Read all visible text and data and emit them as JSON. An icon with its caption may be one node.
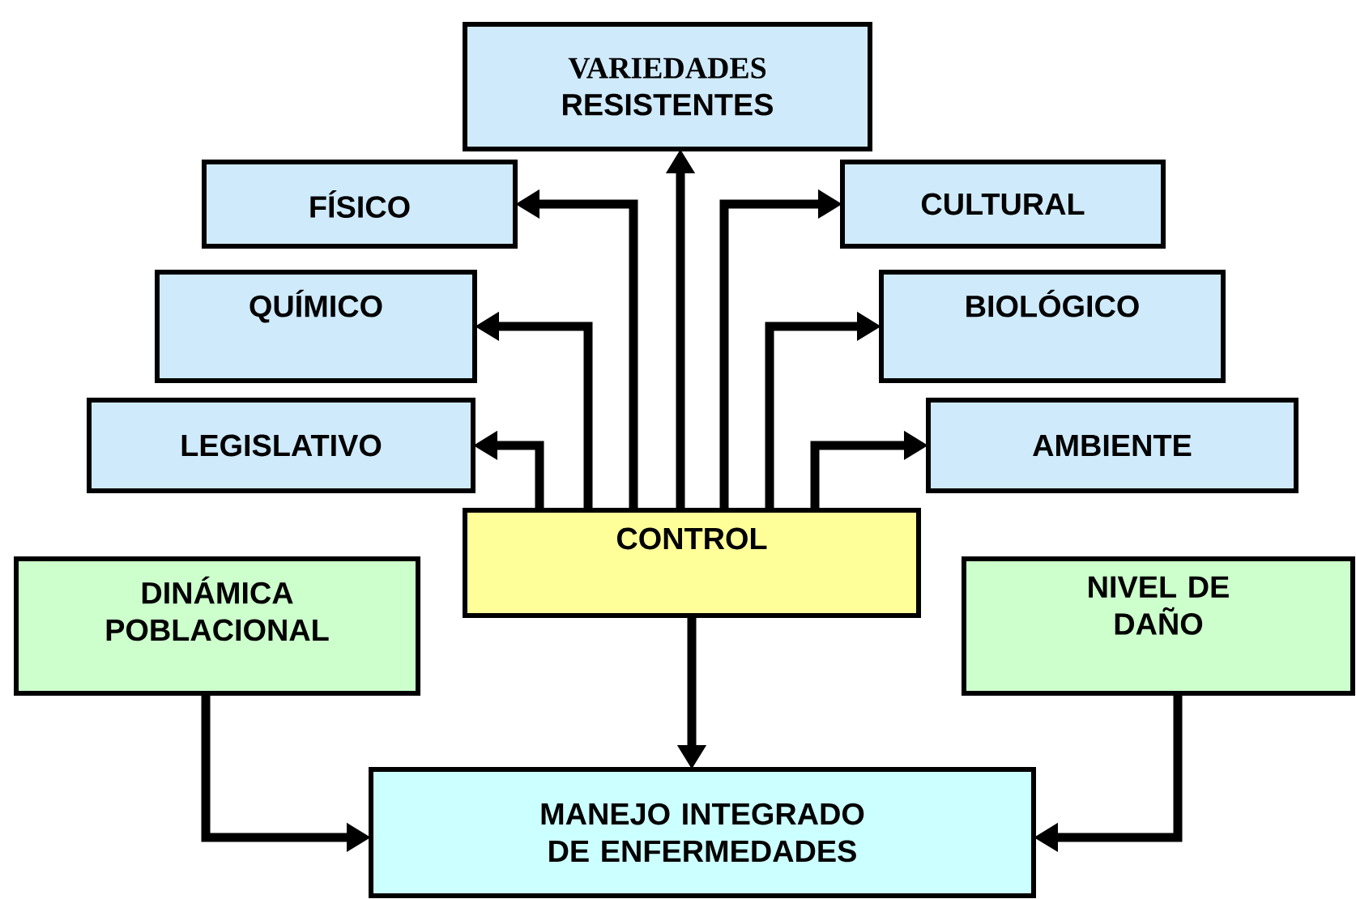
{
  "diagram": {
    "nodes": [
      {
        "text": [
          "VARIEDADES",
          "RESISTENTES"
        ]
      },
      {
        "text": [
          "FÍSICO"
        ]
      },
      {
        "text": [
          "CULTURAL"
        ]
      },
      {
        "text": [
          "QUÍMICO"
        ]
      },
      {
        "text": [
          "BIOLÓGICO"
        ]
      },
      {
        "text": [
          "LEGISLATIVO"
        ]
      },
      {
        "text": [
          "AMBIENTE"
        ]
      },
      {
        "text": [
          "CONTROL"
        ]
      },
      {
        "text": [
          "DINÁMICA POBLACIONAL"
        ]
      },
      {
        "text": [
          "NIVEL DE DAÑO"
        ]
      },
      {
        "text": [
          "MANEJO INTEGRADO DE ENFERMEDADES"
        ]
      }
    ],
    "edges": [
      {
        "from": 7,
        "to": 5,
        "arrow": "to"
      },
      {
        "from": 7,
        "to": 3,
        "arrow": "to"
      },
      {
        "from": 7,
        "to": 1,
        "arrow": "to"
      },
      {
        "from": 7,
        "to": 0,
        "arrow": "to"
      },
      {
        "from": 7,
        "to": 2,
        "arrow": "to"
      },
      {
        "from": 7,
        "to": 4,
        "arrow": "to"
      },
      {
        "from": 7,
        "to": 6,
        "arrow": "to"
      },
      {
        "from": 7,
        "to": 10,
        "arrow": "to"
      },
      {
        "from": 8,
        "to": 10,
        "arrow": "to"
      },
      {
        "from": 9,
        "to": 10,
        "arrow": "to"
      }
    ]
  }
}
